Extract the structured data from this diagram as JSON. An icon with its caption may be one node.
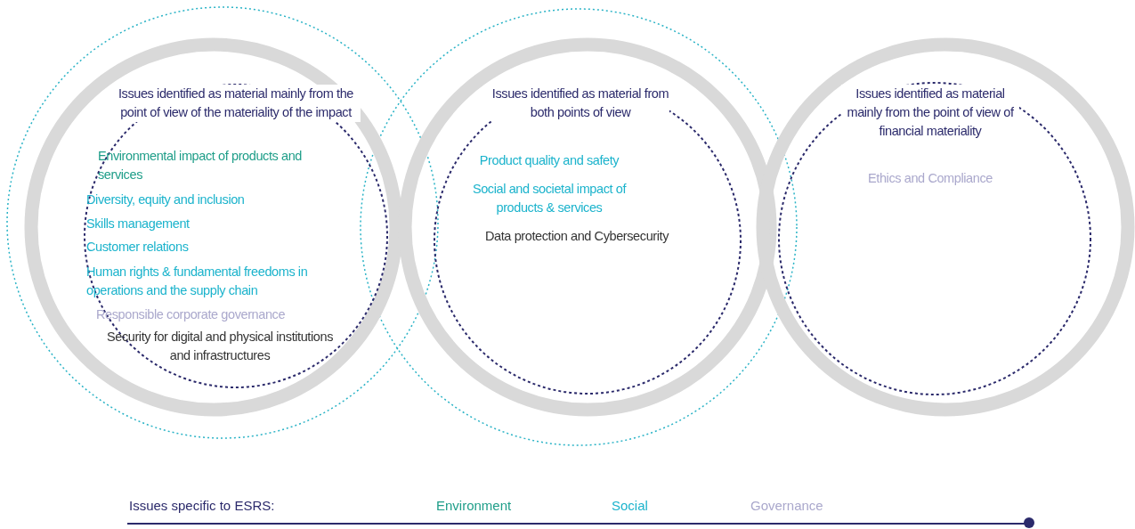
{
  "diagram": {
    "nodes": [
      {
        "text": [
          "Issues identified as material mainly from the point of view of the materiality of the impact",
          "Environmental impact of products and services",
          "Diversity, equity and inclusion",
          "Skills management",
          "Customer relations",
          "Human rights & fundamental freedoms in operations and the supply chain",
          "Responsible corporate governance",
          "Security for digital and physical institutions and infrastructures"
        ]
      },
      {
        "text": [
          "Issues identified as material from both points of view",
          "Product quality and safety",
          "Social and societal impact of products & services",
          "Data protection and Cybersecurity"
        ]
      },
      {
        "text": [
          "Issues identified as material mainly from the point of view of financial materiality",
          "Ethics and Compliance"
        ]
      }
    ],
    "edges": [],
    "labels": [
      "Issues specific to ESRS:"
    ],
    "legend": [
      {
        "text": "Environment",
        "color": "#1f9e89"
      },
      {
        "text": "Social",
        "color": "#1bb3cc"
      },
      {
        "text": "Governance",
        "color": "#aaa8cc"
      }
    ]
  }
}
